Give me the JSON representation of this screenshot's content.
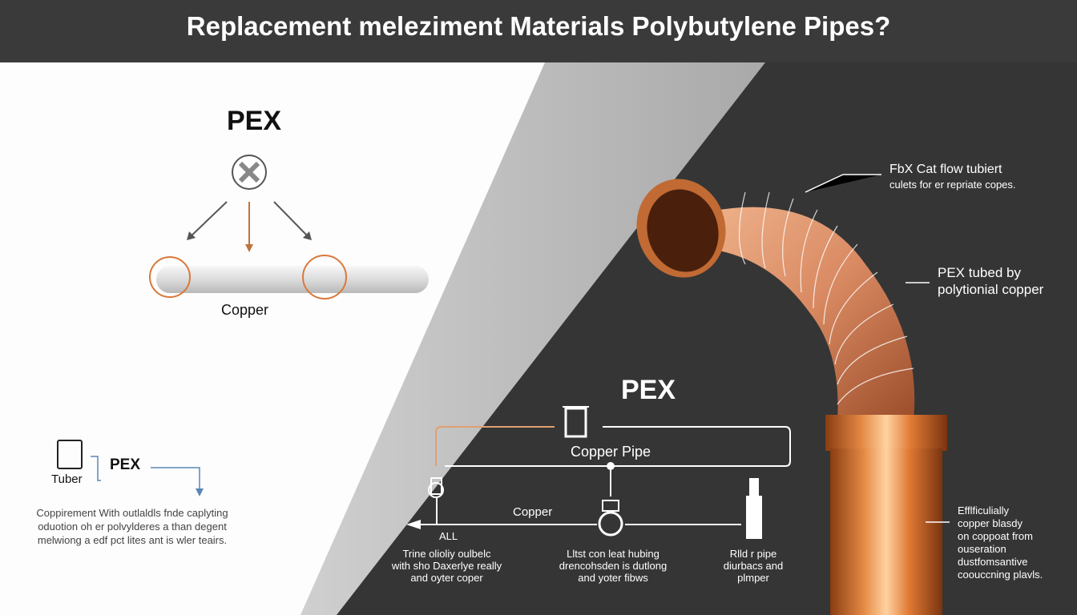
{
  "title": "Replacement meleziment Materials Polybutylene Pipes?",
  "left_panel": {
    "heading": "PEX",
    "pipe_label": "Copper",
    "legend": {
      "icon_label": "Tuber",
      "label": "PEX"
    },
    "description": [
      "Coppirement With outlaldls fnde caplyting",
      "oduotion oh er polvylderes a than degent",
      "melwiong a edf pct lites ant is wler teairs."
    ]
  },
  "diagram": {
    "heading": "PEX",
    "top_label": "Copper Pipe",
    "mid_label": "Copper",
    "left_label": "ALL",
    "captions": [
      [
        "Trine olioliy oulbelc",
        "with sho Daxerlye really",
        "and oyter coper"
      ],
      [
        "Lltst con leat hubing",
        "drencohsden is dutlong",
        "and yoter fibws"
      ],
      [
        "Rlld r pipe",
        "diurbacs and",
        "plmper"
      ]
    ]
  },
  "callouts": {
    "top": [
      "FbX Cat flow tubiert",
      "culets for er repriate copes."
    ],
    "middle": [
      "PEX tubed by",
      "polytionial copper"
    ],
    "bottom": [
      "Efflficulially",
      "copper blasdy",
      "on coppoat from",
      "ouseration",
      "dustfomsantive",
      "coouccning plavls."
    ]
  },
  "colors": {
    "copper": "#d9783a",
    "dark": "#353535",
    "arrow_blue": "#5b86b5"
  }
}
